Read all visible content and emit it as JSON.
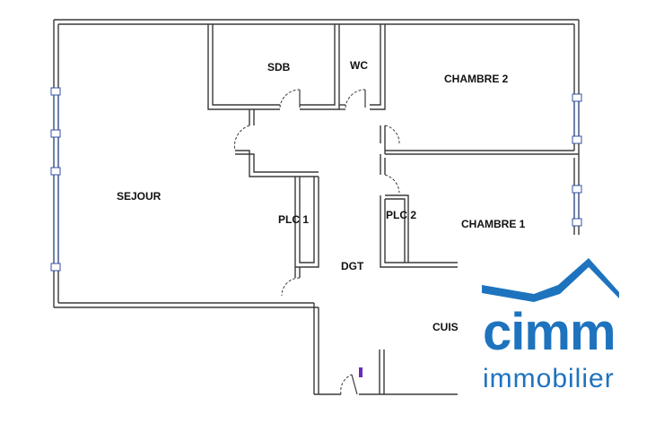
{
  "plan": {
    "rooms": {
      "sdb": "SDB",
      "wc": "WC",
      "chambre2": "CHAMBRE 2",
      "sejour": "SEJOUR",
      "plc1": "PLC 1",
      "plc2": "PLC 2",
      "chambre1": "CHAMBRE 1",
      "dgt": "DGT",
      "cuisine": "CUIS"
    }
  },
  "logo": {
    "name": "cimm",
    "subtitle": "immobilier",
    "color": "#1e73be"
  },
  "colors": {
    "wall": "#3a3a3a",
    "window": "#3050a0",
    "marker": "#6a2bb8"
  }
}
